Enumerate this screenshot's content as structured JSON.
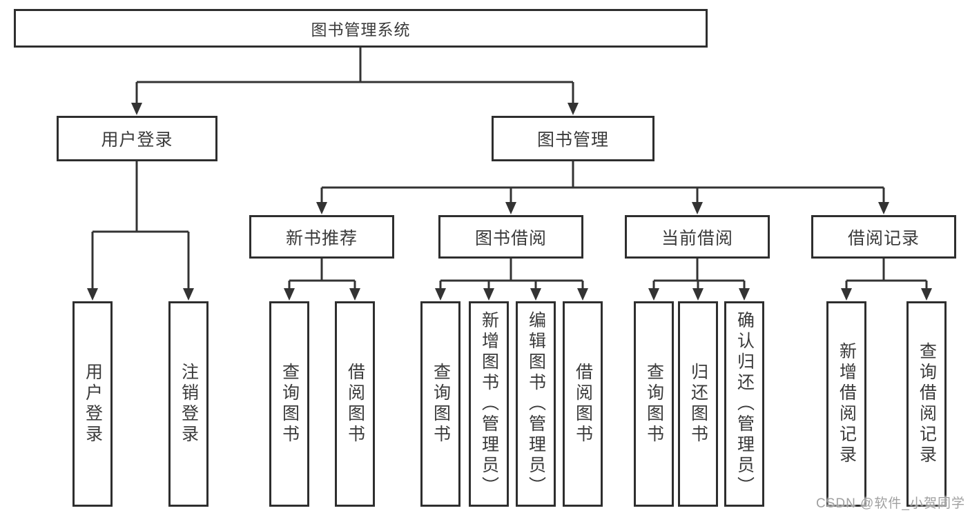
{
  "diagram": {
    "root": {
      "label": "图书管理系统"
    },
    "branches": [
      {
        "label": "用户登录",
        "children": [
          {
            "label": "用户登录"
          },
          {
            "label": "注销登录"
          }
        ]
      },
      {
        "label": "图书管理",
        "children": [
          {
            "label": "新书推荐",
            "children": [
              {
                "label": "查询图书"
              },
              {
                "label": "借阅图书"
              }
            ]
          },
          {
            "label": "图书借阅",
            "children": [
              {
                "label": "查询图书"
              },
              {
                "label": "新增图书（管理员）"
              },
              {
                "label": "编辑图书（管理员）"
              },
              {
                "label": "借阅图书"
              }
            ]
          },
          {
            "label": "当前借阅",
            "children": [
              {
                "label": "查询图书"
              },
              {
                "label": "归还图书"
              },
              {
                "label": "确认归还（管理员）"
              }
            ]
          },
          {
            "label": "借阅记录",
            "children": [
              {
                "label": "新增借阅记录"
              },
              {
                "label": "查询借阅记录"
              }
            ]
          }
        ]
      }
    ]
  },
  "watermark": {
    "text": "CSDN @软件_小贺同学"
  },
  "colors": {
    "line": "#333333",
    "border": "#2e2e2e",
    "text": "#3a3a3a",
    "watermark": "#a0a0a0",
    "background": "#ffffff"
  }
}
